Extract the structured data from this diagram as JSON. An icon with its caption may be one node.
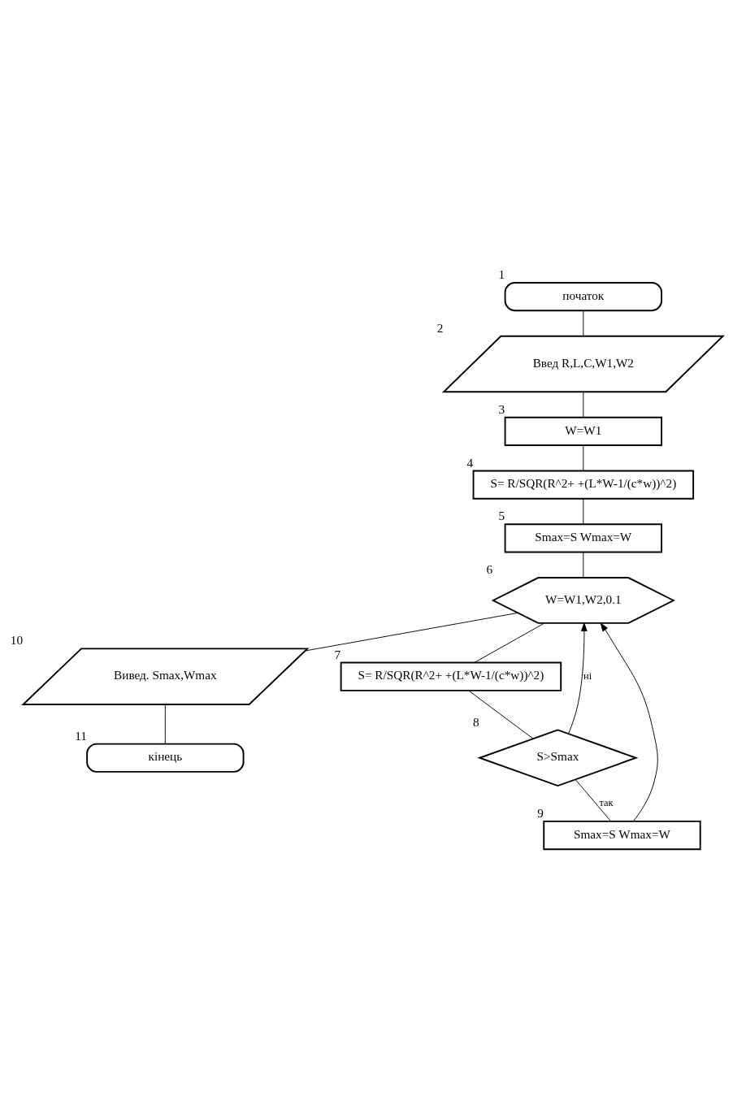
{
  "diagram": {
    "nodes": [
      {
        "text": [
          "початок"
        ],
        "beside": [
          "1"
        ]
      },
      {
        "text": [
          "Введ R,L,C,W1,W2"
        ],
        "beside": [
          "2"
        ]
      },
      {
        "text": [
          "W=W1"
        ],
        "beside": [
          "3"
        ]
      },
      {
        "text": [
          "S= R/SQR(R^2+ +(L*W-1/(c*w))^2)"
        ],
        "beside": [
          "4"
        ]
      },
      {
        "text": [
          "Smax=S Wmax=W"
        ],
        "beside": [
          "5"
        ]
      },
      {
        "text": [
          "W=W1,W2,0.1"
        ],
        "beside": [
          "6"
        ]
      },
      {
        "text": [
          "S= R/SQR(R^2+ +(L*W-1/(c*w))^2)"
        ],
        "beside": [
          "7"
        ]
      },
      {
        "text": [
          "S>Smax"
        ],
        "beside": [
          "8"
        ]
      },
      {
        "text": [
          "Smax=S Wmax=W"
        ],
        "beside": [
          "9"
        ]
      },
      {
        "text": [
          "Вивед. Smax,Wmax"
        ],
        "beside": [
          "10"
        ]
      },
      {
        "text": [
          "кінець"
        ],
        "beside": [
          "11"
        ]
      }
    ],
    "edges": [
      {
        "from": 0,
        "to": 1,
        "arrow": "none"
      },
      {
        "from": 1,
        "to": 2,
        "arrow": "none"
      },
      {
        "from": 2,
        "to": 3,
        "arrow": "none"
      },
      {
        "from": 3,
        "to": 4,
        "arrow": "none"
      },
      {
        "from": 4,
        "to": 5,
        "arrow": "none"
      },
      {
        "from": 5,
        "to": 6,
        "arrow": "none"
      },
      {
        "from": 6,
        "to": 7,
        "arrow": "none"
      },
      {
        "from": 7,
        "to": 5,
        "label": "ні",
        "arrow": "to"
      },
      {
        "from": 7,
        "to": 8,
        "label": "так",
        "arrow": "none"
      },
      {
        "from": 8,
        "to": 5,
        "arrow": "to"
      },
      {
        "from": 5,
        "to": 9,
        "arrow": "none"
      },
      {
        "from": 9,
        "to": 10,
        "arrow": "none"
      }
    ]
  }
}
